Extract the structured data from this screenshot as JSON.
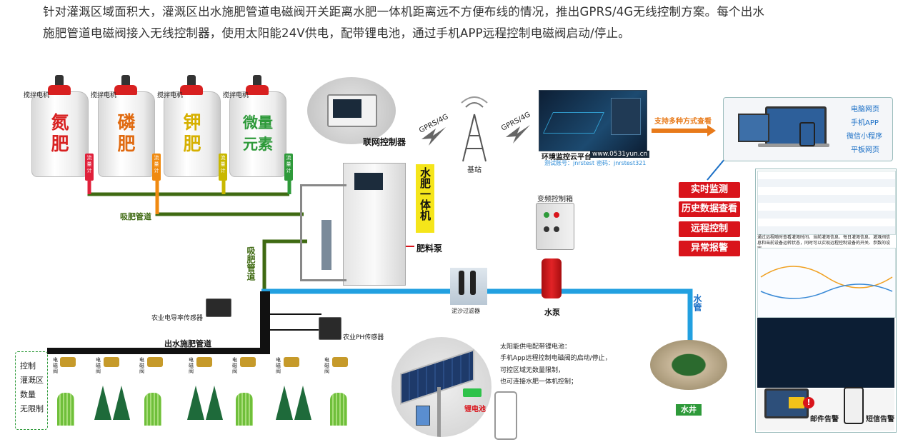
{
  "intro": {
    "line1": "针对灌溉区域面积大，灌溉区出水施肥管道电磁阀开关距离水肥一体机距离远不方便布线的情况，推出GPRS/4G无线控制方案。每个出水",
    "line2": "施肥管道电磁阀接入无线控制器，使用太阳能24V供电，配带锂电池，通过手机APP远程控制电磁阀启动/停止。"
  },
  "tanks": [
    {
      "motor_label": "搅拌电机",
      "name": "氮\n肥",
      "color": "#d82020",
      "flow": "流量计",
      "flow_color": "#e0203a"
    },
    {
      "motor_label": "搅拌电机",
      "name": "磷\n肥",
      "color": "#e06a10",
      "flow": "流量计",
      "flow_color": "#f08a10"
    },
    {
      "motor_label": "搅拌电机",
      "name": "钾\n肥",
      "color": "#d6b000",
      "flow": "流量计",
      "flow_color": "#c9b800"
    },
    {
      "motor_label": "搅拌电机",
      "name": "微量\n元素",
      "color": "#2e9a3a",
      "flow": "流量计",
      "flow_color": "#2e9a3a"
    }
  ],
  "labels": {
    "suction_pipe_h": "吸肥管道",
    "suction_pipe_v": "吸肥管道",
    "net_controller": "联网控制器",
    "water_fert_machine": "水肥一体机",
    "fert_pump": "肥料泵",
    "gprs_left": "GPRS/4G",
    "gprs_right": "GPRS/4G",
    "base_station": "基站",
    "vfd_box": "变频控制箱",
    "sand_filter": "泥沙过滤器",
    "water_pump": "水泵",
    "water_pipe": "水管",
    "well": "水井",
    "conductivity_sensor": "农业电导率传感器",
    "ph_sensor": "农业PH传感器",
    "outlet_pipe": "出水施肥管道",
    "lithium": "锂电池",
    "valve_label": "电磁阀",
    "control_note": "控制\n灌溉区\n数量\n无限制",
    "multi_view": "支持多种方式查看",
    "email_alarm": "邮件告警",
    "sms_alarm": "短信告警"
  },
  "cloud": {
    "title": "环境监控云平台",
    "url": "www.0531yun.cn",
    "account": "测试账号：jnrstest",
    "password": "密码：jnrstest321"
  },
  "view_options": [
    "电脑网页",
    "手机APP",
    "微信小程序",
    "平板网页"
  ],
  "features": [
    "实时监测",
    "历史数据查看",
    "远程控制",
    "异常报警"
  ],
  "solar_note": [
    "太阳能供电配带锂电池：",
    "手机App远程控制电磁阀的启动/停止，",
    "可控区域无数量限制，",
    "也可连接水肥一体机控制；"
  ],
  "screen_note": "通过远程随时查看灌溉时间、当前灌溉信息、每日灌溉信息、灌溉阀信息和当前设备运转状态，同时可以实现远程控制设备的开关、参数的设定。",
  "colors": {
    "suction_pipe": "#3f6a12",
    "water_pipe": "#22a0e0",
    "outlet_pipe": "#111111",
    "alarm_red": "#d9141b",
    "link_blue": "#1a6fc6"
  }
}
